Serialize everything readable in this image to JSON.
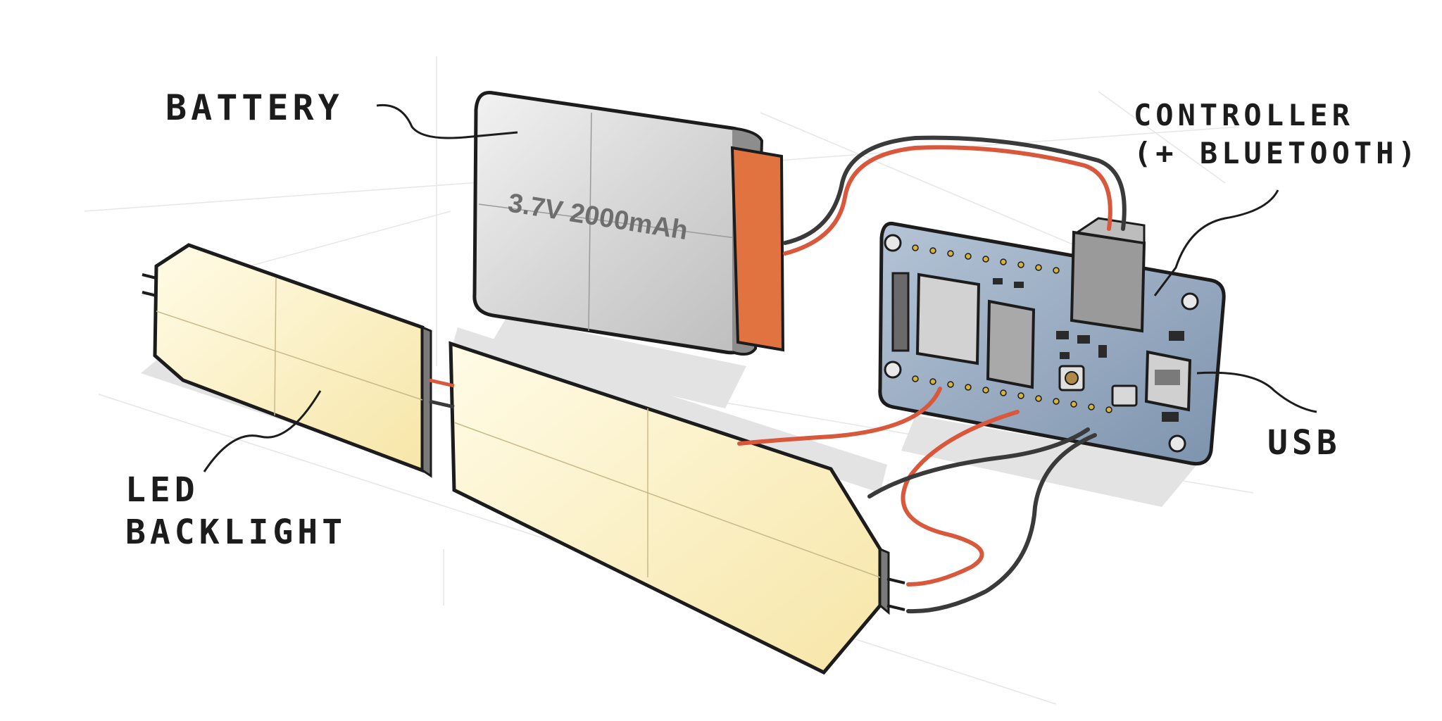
{
  "labels": {
    "battery": "BATTERY",
    "controller_line1": "CONTROLLER",
    "controller_line2": "(+ BLUETOOTH)",
    "usb": "USB",
    "led_line1": "LED",
    "led_line2": "BACKLIGHT"
  },
  "battery_print": "3.7V 2000mAh",
  "colors": {
    "paper": "#ffffff",
    "ink": "#1c1c1c",
    "battery_body": "#d9d9d9",
    "battery_terminal": "#e0733f",
    "pcb": "#9aaec4",
    "led_panel": "#fbf0c2",
    "wire_red": "#d9573b",
    "wire_black": "#3a3a3a",
    "shadow": "#e0e0e0"
  }
}
